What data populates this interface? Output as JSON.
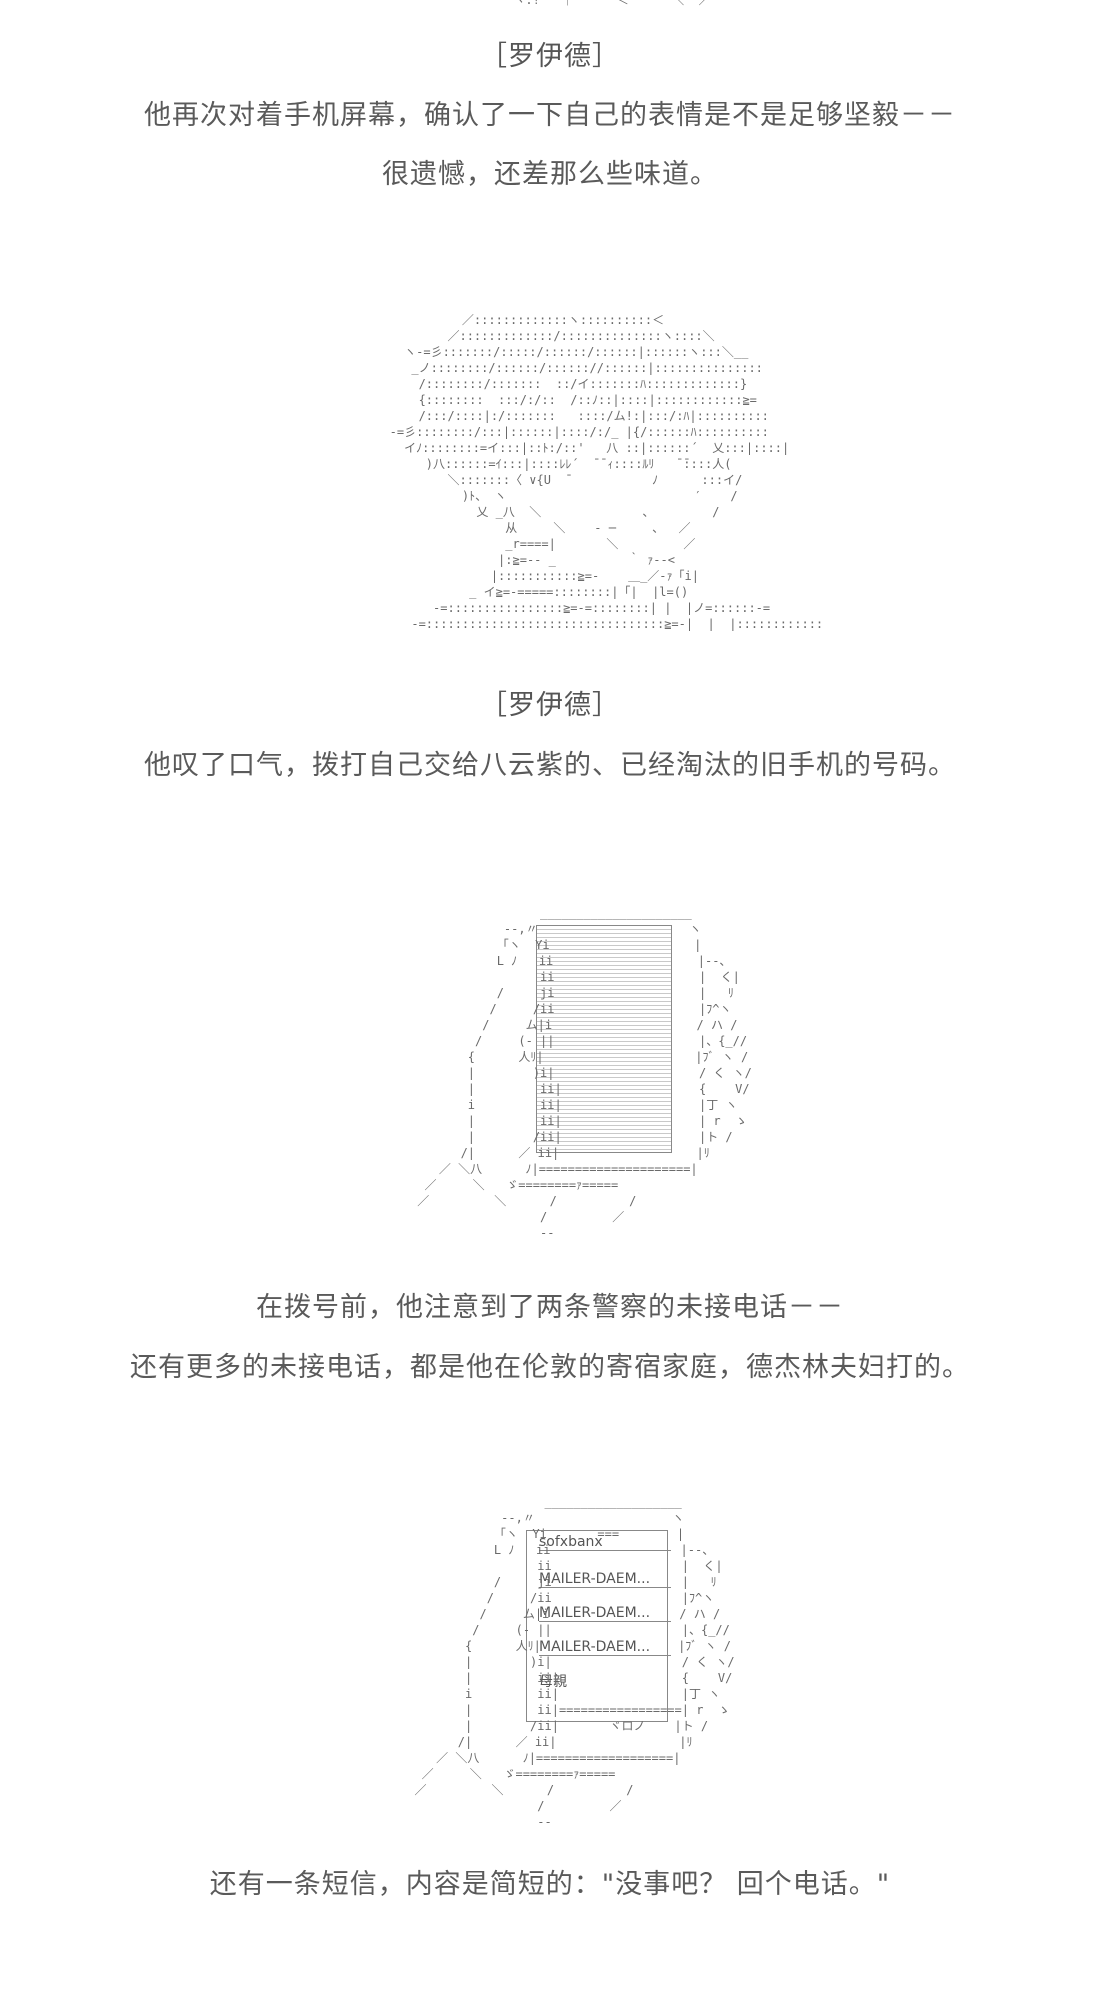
{
  "blocks": {
    "b1": {
      "speaker": "［罗伊德］",
      "line1": "他再次对着手机屏幕，确认了一下自己的表情是不是足够坚毅－－",
      "line2": "很遗憾，还差那么些味道。"
    },
    "b2": {
      "speaker": "［罗伊德］",
      "line1": "他叹了口气，拨打自己交给八云紫的、已经淘汰的旧手机的号码。"
    },
    "b3": {
      "line1": "在拨号前，他注意到了两条警察的未接电话－－",
      "line2": "还有更多的未接电话，都是他在伦敦的寄宿家庭，德杰林夫妇打的。"
    },
    "b4": {
      "line1": "还有一条短信，内容是简短的：\"没事吧？ 回个电话。\""
    }
  },
  "phone_messages": [
    "sofxbanx",
    "MAILER-DAEM...",
    "MAILER-DAEM...",
    "MAILER-DAEM...",
    "母親"
  ],
  "colors": {
    "text": "#5a5a5a",
    "art": "#6a6a6a"
  }
}
